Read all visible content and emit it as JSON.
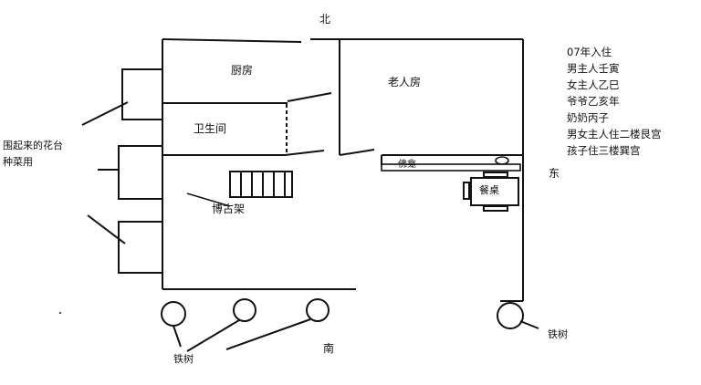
{
  "directions": {
    "north": "北",
    "south": "南",
    "east": "东"
  },
  "rooms": {
    "kitchen": "厨房",
    "bathroom": "卫生间",
    "elder_room": "老人房",
    "altar": "佛龛",
    "dining_table": "餐桌",
    "curio_shelf": "博古架"
  },
  "callouts": {
    "flower_bed": [
      "围起来的花台",
      "种菜用"
    ],
    "iron_tree_left": "铁树",
    "iron_tree_right": "铁树"
  },
  "notes": [
    "07年入住",
    "男主人壬寅",
    "女主人乙巳",
    "爷爷乙亥年",
    "奶奶丙子",
    "男女主人住二楼艮宫",
    "孩子住三楼巽宫"
  ]
}
